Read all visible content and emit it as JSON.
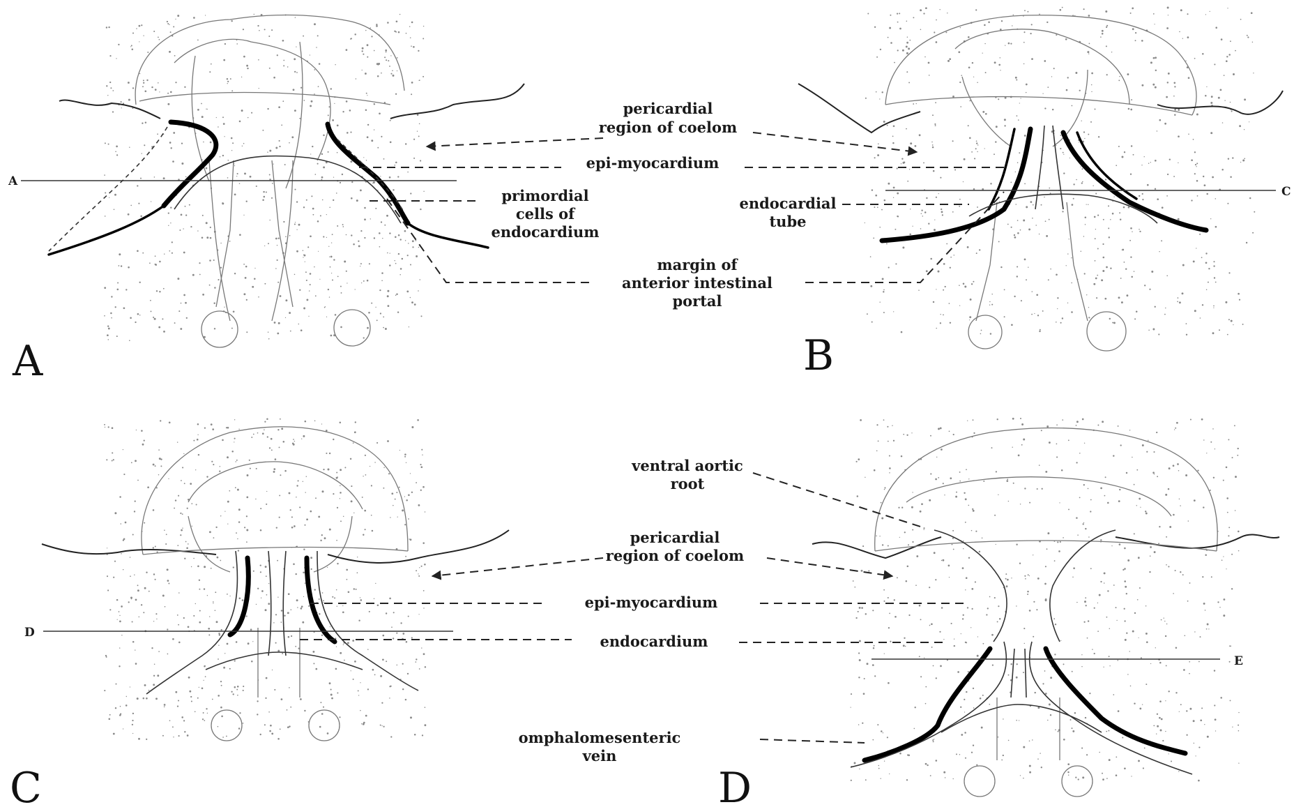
{
  "panels": {
    "a": "A",
    "b": "B",
    "c": "C",
    "d": "D"
  },
  "section_markers": {
    "a": "A",
    "c": "C",
    "d": "D",
    "e": "E"
  },
  "labels_top": {
    "pericardial_1": "pericardial",
    "pericardial_2": "region of coelom",
    "epi_myocardium": "epi-myocardium",
    "primordial_1": "primordial",
    "primordial_2": "cells of",
    "primordial_3": "endocardium",
    "endocardial_1": "endocardial",
    "endocardial_2": "tube",
    "margin_1": "margin of",
    "margin_2": "anterior intestinal",
    "margin_3": "portal"
  },
  "labels_bottom": {
    "ventral_1": "ventral aortic",
    "ventral_2": "root",
    "pericardial_1": "pericardial",
    "pericardial_2": "region of coelom",
    "epi_myocardium": "epi-myocardium",
    "endocardium": "endocardium",
    "omphalo_1": "omphalomesenteric",
    "omphalo_2": "vein"
  }
}
